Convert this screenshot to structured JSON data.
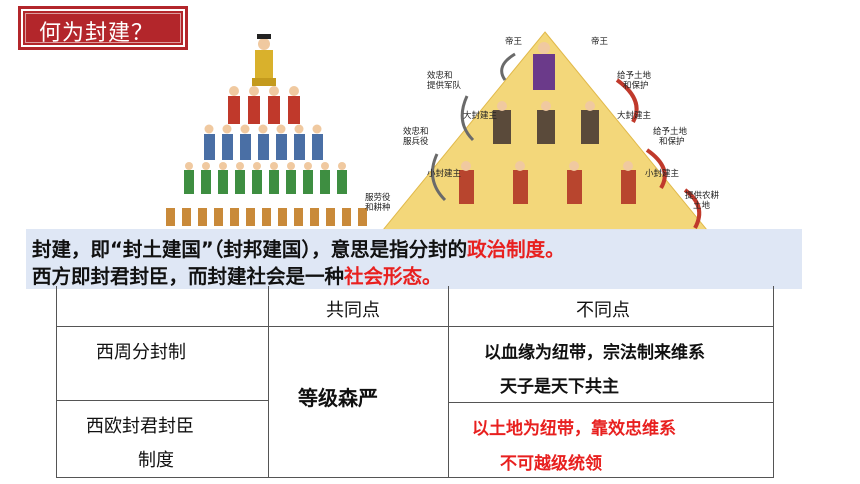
{
  "title": "何为封建？",
  "illustration_left": {
    "description_icon": "chinese-feudal-hierarchy-pyramid-icon"
  },
  "illustration_right": {
    "description_icon": "european-feudal-pyramid-icon",
    "labels": {
      "emperor_left": "帝王",
      "emperor_right": "帝王",
      "loyalty_military": "效忠和\n提供军队",
      "grant_land_1": "给予土地\n和保护",
      "great_lord_left": "大封建主",
      "great_lord_right": "大封建主",
      "loyalty_service": "效忠和\n服兵役",
      "grant_land_2": "给予土地\n和保护",
      "small_lord_left": "小封建主",
      "small_lord_right": "小封建主",
      "labor_farming": "服劳役\n和耕种",
      "farm_land": "提供农耕\n土地"
    }
  },
  "definition": {
    "line1_prefix": "封建，即“封土建国”（封邦建国），意思是指分封的",
    "line1_highlight": "政治制度。",
    "line2_prefix": "西方即封君封臣，而封建社会是一种",
    "line2_highlight": "社会形态。"
  },
  "table": {
    "header_common": "共同点",
    "header_diff": "不同点",
    "row1_name": "西周分封制",
    "row2_name_1": "西欧封君封臣",
    "row2_name_2": "制度",
    "common_value": "等级森严",
    "row1_diff_1": "以血缘为纽带，宗法制来维系",
    "row1_diff_2": "天子是天下共主",
    "row2_diff_1": "以土地为纽带，靠效忠维系",
    "row2_diff_2": "不可越级统领"
  },
  "colors": {
    "accent_red": "#e8201f",
    "badge_red": "#b3262b",
    "banner_blue": "#dde5f4",
    "pyramid_yellow": "#f3d77a"
  }
}
